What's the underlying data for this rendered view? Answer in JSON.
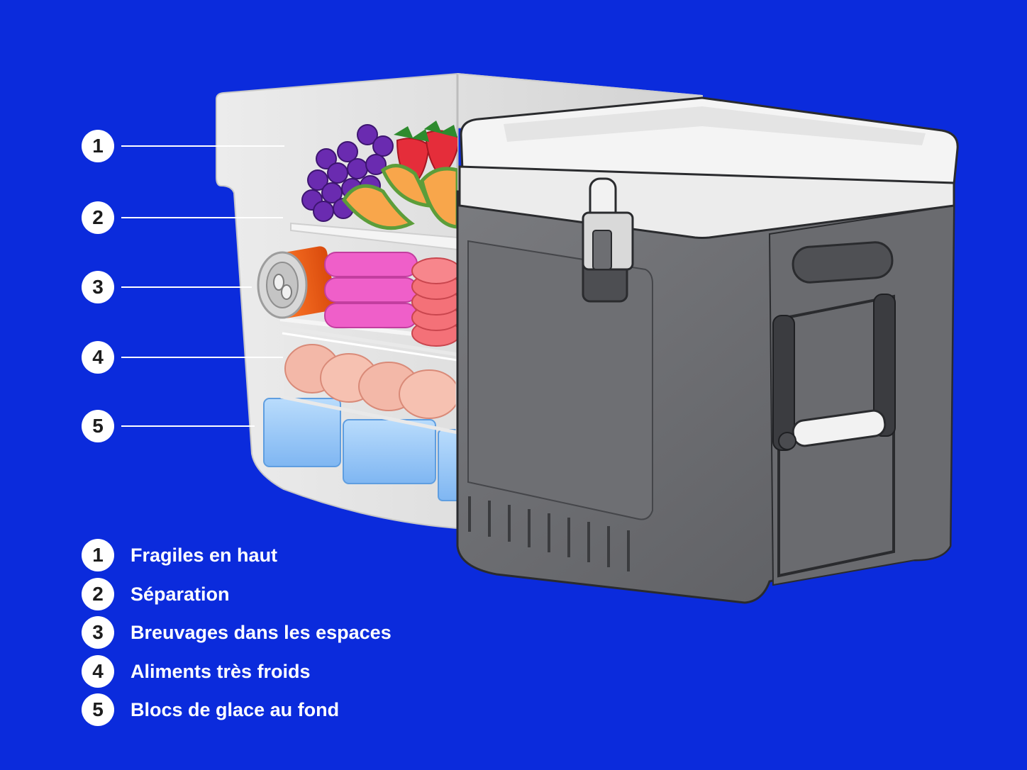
{
  "colors": {
    "background": "#0b2bdc",
    "badge": "#ffffff",
    "badge_text": "#1c1c1c",
    "label_text": "#ffffff",
    "cooler_body": "#6d6e72",
    "cooler_lid": "#f2f2f2",
    "ice_block": "#8fc2f7"
  },
  "diagram": {
    "icons": [
      "cooler-icon",
      "grapes-icon",
      "strawberry-icon",
      "melon-icon",
      "soda-can-icon",
      "sausage-pack-icon",
      "burger-patty-icon",
      "chicken-icon",
      "ice-block-icon",
      "shelf-icon"
    ]
  },
  "callouts": [
    {
      "number": "1"
    },
    {
      "number": "2"
    },
    {
      "number": "3"
    },
    {
      "number": "4"
    },
    {
      "number": "5"
    }
  ],
  "legend": [
    {
      "number": "1",
      "label": "Fragiles en haut"
    },
    {
      "number": "2",
      "label": "Séparation"
    },
    {
      "number": "3",
      "label": "Breuvages dans les espaces"
    },
    {
      "number": "4",
      "label": "Aliments très froids"
    },
    {
      "number": "5",
      "label": "Blocs de glace au fond"
    }
  ]
}
